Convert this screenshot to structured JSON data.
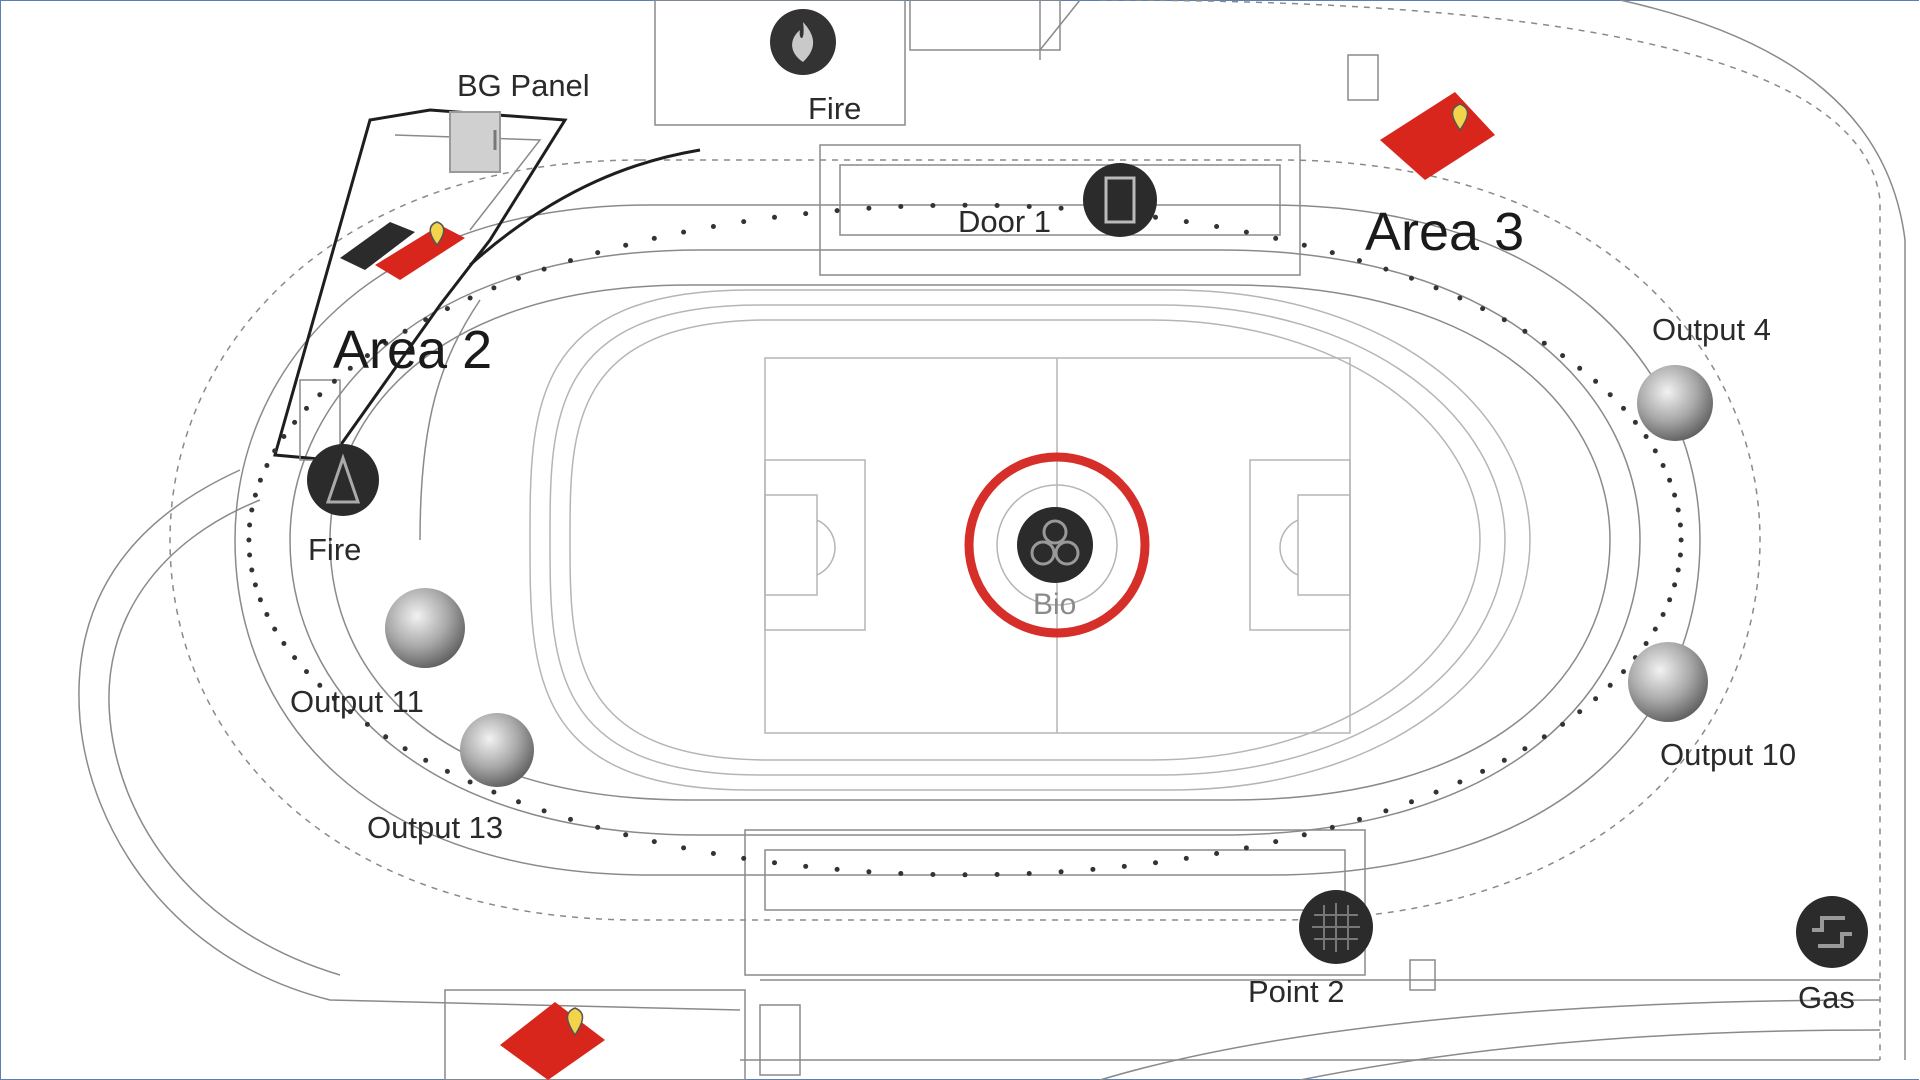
{
  "map": {
    "labels": {
      "bg_panel": "BG Panel",
      "fire_top": "Fire",
      "door1": "Door 1",
      "area3": "Area 3",
      "area2": "Area 2",
      "output4": "Output 4",
      "fire_left": "Fire",
      "bio": "Bio",
      "output11": "Output 11",
      "output10": "Output 10",
      "output13": "Output 13",
      "point2": "Point 2",
      "gas": "Gas"
    },
    "colors": {
      "alert_ring": "#d62f2a",
      "zone_red": "#d8261c",
      "pin_yellow": "#f2d34a",
      "sensor_dark": "#2b2b2b",
      "output_sphere": "#9a9a9a"
    },
    "icons": [
      "fire-icon",
      "door-icon",
      "biohazard-icon",
      "extinguisher-icon",
      "vent-grid-icon",
      "gas-pipe-icon",
      "output-sphere-icon",
      "location-pin-icon",
      "bg-panel-icon"
    ]
  }
}
